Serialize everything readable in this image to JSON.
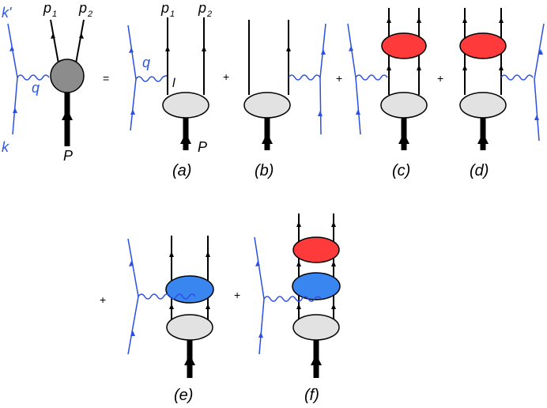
{
  "colors": {
    "lepton": "#2b4fe0",
    "label_blue": "#2b59e8",
    "hadron_line": "#000000",
    "blob_full": "#8c8c8c",
    "blob_target": "#e2e2e2",
    "blob_fsi": "#ff3a3a",
    "blob_mec": "#3a86f0"
  },
  "labels": {
    "k_prime": "k'",
    "k": "k",
    "q": "q",
    "p1": "p",
    "p1_sub": "1",
    "p2": "p",
    "p2_sub": "2",
    "P": "P",
    "l": "l",
    "equals": "=",
    "plus": "+"
  },
  "captions": {
    "a": "(a)",
    "b": "(b)",
    "c": "(c)",
    "d": "(d)",
    "e": "(e)",
    "f": "(f)"
  }
}
